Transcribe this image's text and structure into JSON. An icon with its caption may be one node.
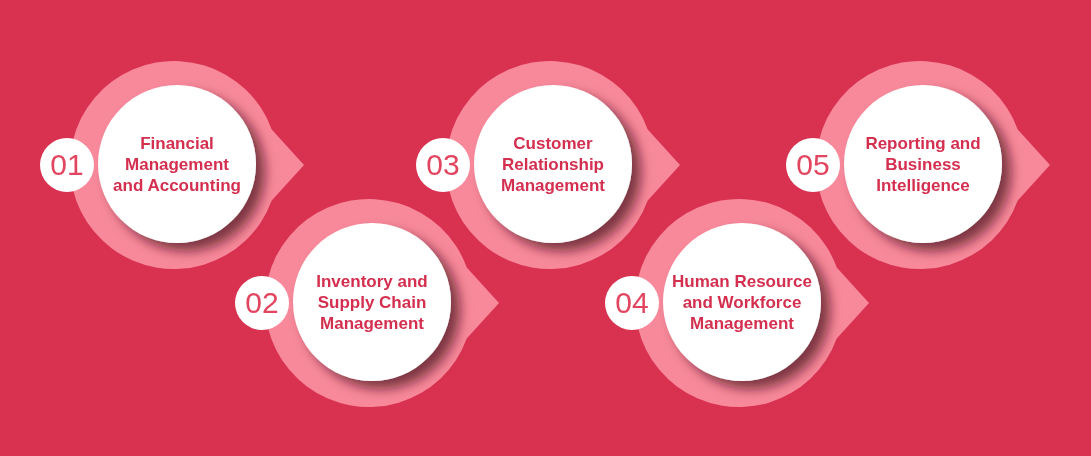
{
  "diagram": {
    "nodes": [
      {
        "text": [
          "01",
          "Financial Management and Accounting"
        ]
      },
      {
        "text": [
          "02",
          "Inventory and Supply Chain Management"
        ]
      },
      {
        "text": [
          "03",
          "Customer Relationship Management"
        ]
      },
      {
        "text": [
          "04",
          "Human Resource and Workforce Management"
        ]
      },
      {
        "text": [
          "05",
          "Reporting and Business Intelligence"
        ]
      }
    ]
  }
}
